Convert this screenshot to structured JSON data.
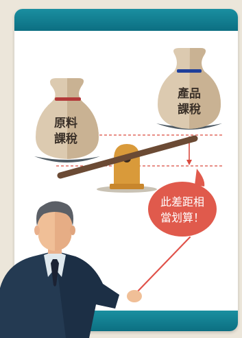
{
  "bags": {
    "left": {
      "line1": "原料",
      "line2": "課稅"
    },
    "right": {
      "line1": "產品",
      "line2": "課稅"
    }
  },
  "bubble": {
    "line1": "此差距相",
    "line2": "當划算！"
  },
  "colors": {
    "teal": "#0f7a8c",
    "bubble": "#e05a4c",
    "dashed": "#d94a3e",
    "fulcrum": "#d99a3a"
  }
}
